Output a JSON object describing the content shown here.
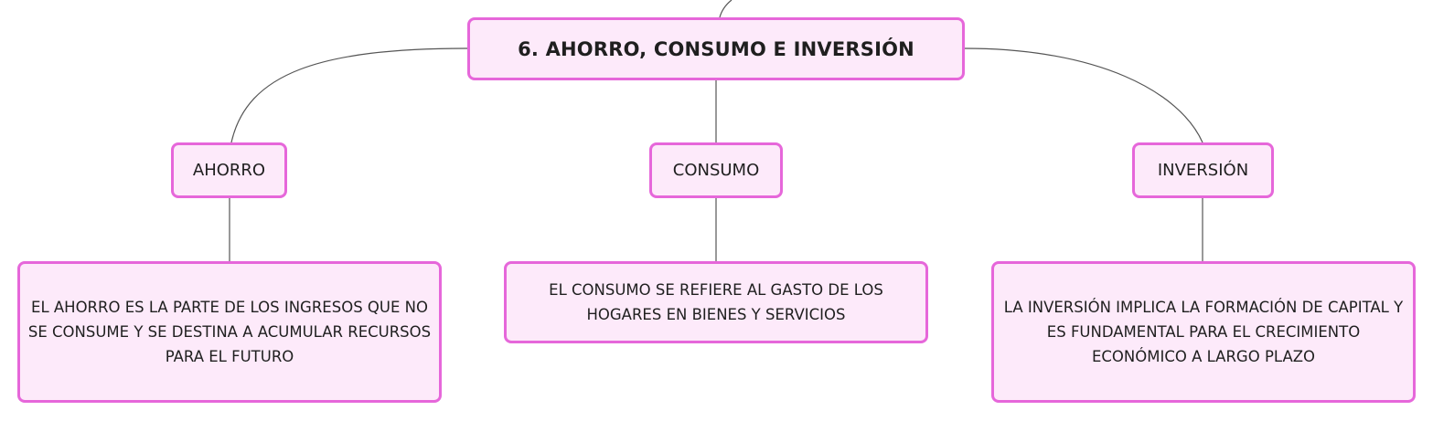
{
  "colors": {
    "node_fill": "#fdeafa",
    "node_border": "#e667da",
    "line": "#555555",
    "text": "#1f1f1f"
  },
  "root": {
    "label": "6. AHORRO, CONSUMO E INVERSIÓN"
  },
  "topics": [
    {
      "label": "AHORRO",
      "detail": "EL AHORRO ES LA PARTE DE LOS INGRESOS QUE NO SE CONSUME Y SE DESTINA A ACUMULAR RECURSOS PARA EL FUTURO"
    },
    {
      "label": "CONSUMO",
      "detail": "EL CONSUMO SE REFIERE AL GASTO DE LOS HOGARES EN BIENES Y SERVICIOS"
    },
    {
      "label": "INVERSIÓN",
      "detail": "LA INVERSIÓN IMPLICA LA FORMACIÓN DE CAPITAL Y ES FUNDAMENTAL PARA EL CRECIMIENTO ECONÓMICO A LARGO PLAZO"
    }
  ]
}
